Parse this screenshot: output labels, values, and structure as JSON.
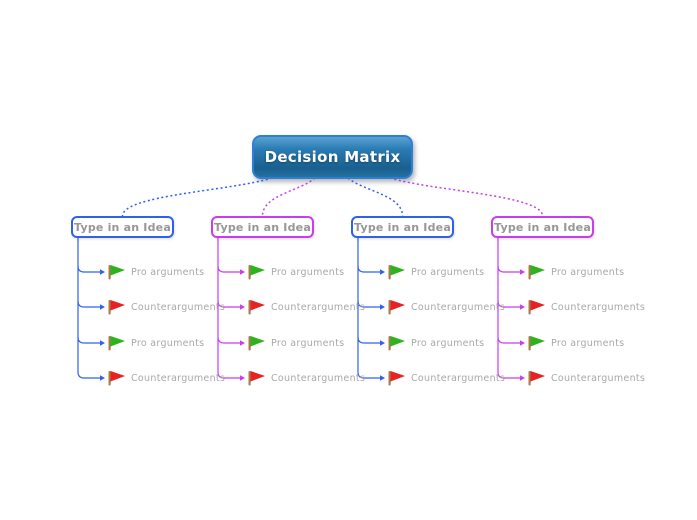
{
  "root": {
    "label": "Decision Matrix"
  },
  "branches": [
    {
      "label": "Type in an Idea",
      "color_name": "blue",
      "children": [
        {
          "label": "Pro arguments",
          "flag": "green"
        },
        {
          "label": "Counterarguments",
          "flag": "red"
        },
        {
          "label": "Pro arguments",
          "flag": "green"
        },
        {
          "label": "Counterarguments",
          "flag": "red"
        }
      ]
    },
    {
      "label": "Type in an Idea",
      "color_name": "magenta",
      "children": [
        {
          "label": "Pro arguments",
          "flag": "green"
        },
        {
          "label": "Counterarguments",
          "flag": "red"
        },
        {
          "label": "Pro arguments",
          "flag": "green"
        },
        {
          "label": "Counterarguments",
          "flag": "red"
        }
      ]
    },
    {
      "label": "Type in an Idea",
      "color_name": "blue",
      "children": [
        {
          "label": "Pro arguments",
          "flag": "green"
        },
        {
          "label": "Counterarguments",
          "flag": "red"
        },
        {
          "label": "Pro arguments",
          "flag": "green"
        },
        {
          "label": "Counterarguments",
          "flag": "red"
        }
      ]
    },
    {
      "label": "Type in an Idea",
      "color_name": "magenta",
      "children": [
        {
          "label": "Pro arguments",
          "flag": "green"
        },
        {
          "label": "Counterarguments",
          "flag": "red"
        },
        {
          "label": "Pro arguments",
          "flag": "green"
        },
        {
          "label": "Counterarguments",
          "flag": "red"
        }
      ]
    }
  ],
  "colors": {
    "blue": "#3060ee",
    "magenta": "#c93cf0",
    "node_border": "#2e7fd8",
    "node_fill_top": "#5aa2d2",
    "node_fill_bottom": "#19608f",
    "flag_green": "#2db31b",
    "flag_red": "#e62222",
    "flag_pole": "#a87c4f",
    "topic_text": "#969696",
    "child_text": "#a8a8a8"
  }
}
